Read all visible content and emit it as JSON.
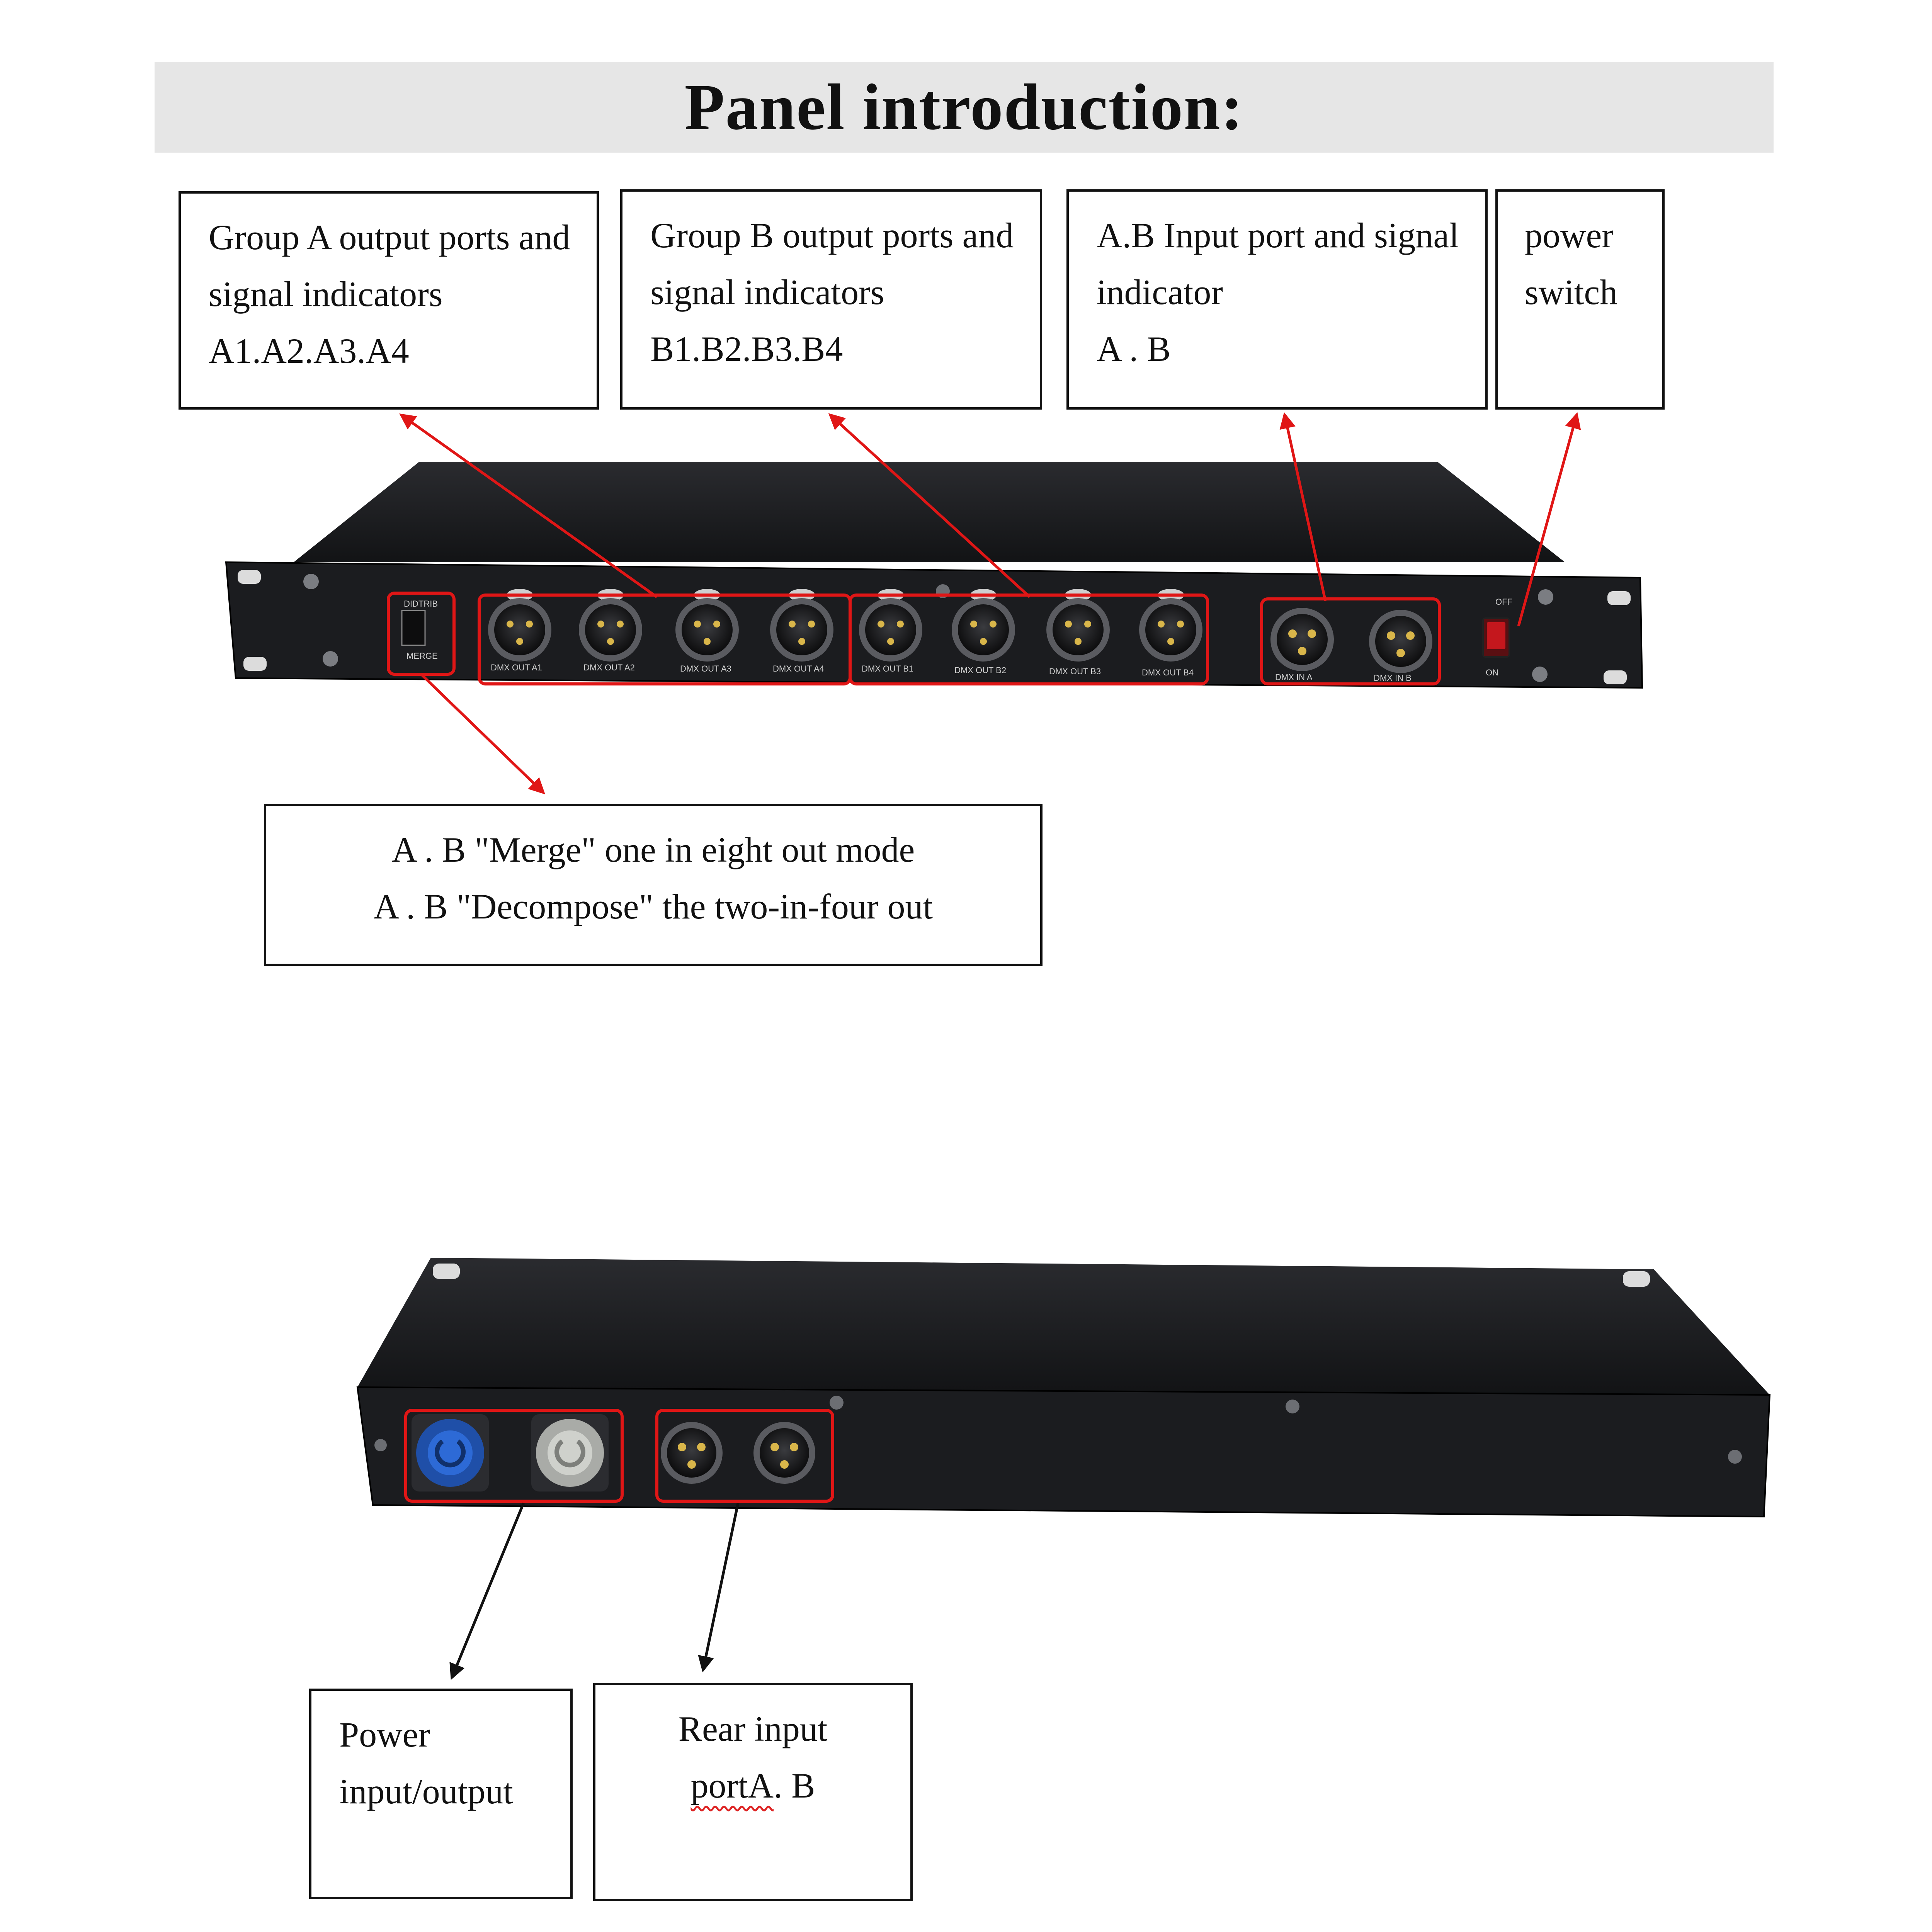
{
  "title": "Panel introduction:",
  "callouts": {
    "group_a": [
      "Group A output ports and",
      "signal indicators",
      "A1.A2.A3.A4"
    ],
    "group_b": [
      "Group B output ports and",
      "signal indicators",
      "B1.B2.B3.B4"
    ],
    "ab_input": [
      "A.B Input port and signal",
      "indicator",
      "A . B"
    ],
    "power_switch": [
      "power",
      "switch"
    ],
    "mode": [
      "A . B \"Merge\" one in eight out mode",
      "A . B \"Decompose\" the two-in-four out"
    ],
    "power_io": [
      "Power",
      "input/output"
    ],
    "rear_input": [
      "Rear input",
      "portA",
      ". B"
    ]
  },
  "front_panel": {
    "switch_top": "DIDTRIB",
    "switch_bottom": "MERGE",
    "out_labels": [
      "DMX OUT A1",
      "DMX OUT A2",
      "DMX OUT A3",
      "DMX OUT A4",
      "DMX OUT B1",
      "DMX OUT B2",
      "DMX OUT B3",
      "DMX OUT B4"
    ],
    "in_labels": [
      "DMX IN A",
      "DMX IN B"
    ],
    "off_label": "OFF",
    "on_label": "ON"
  },
  "colors": {
    "highlight": "#e01616",
    "arrow_red": "#e01616",
    "arrow_black": "#111111",
    "chassis": "#1b1c1f"
  }
}
